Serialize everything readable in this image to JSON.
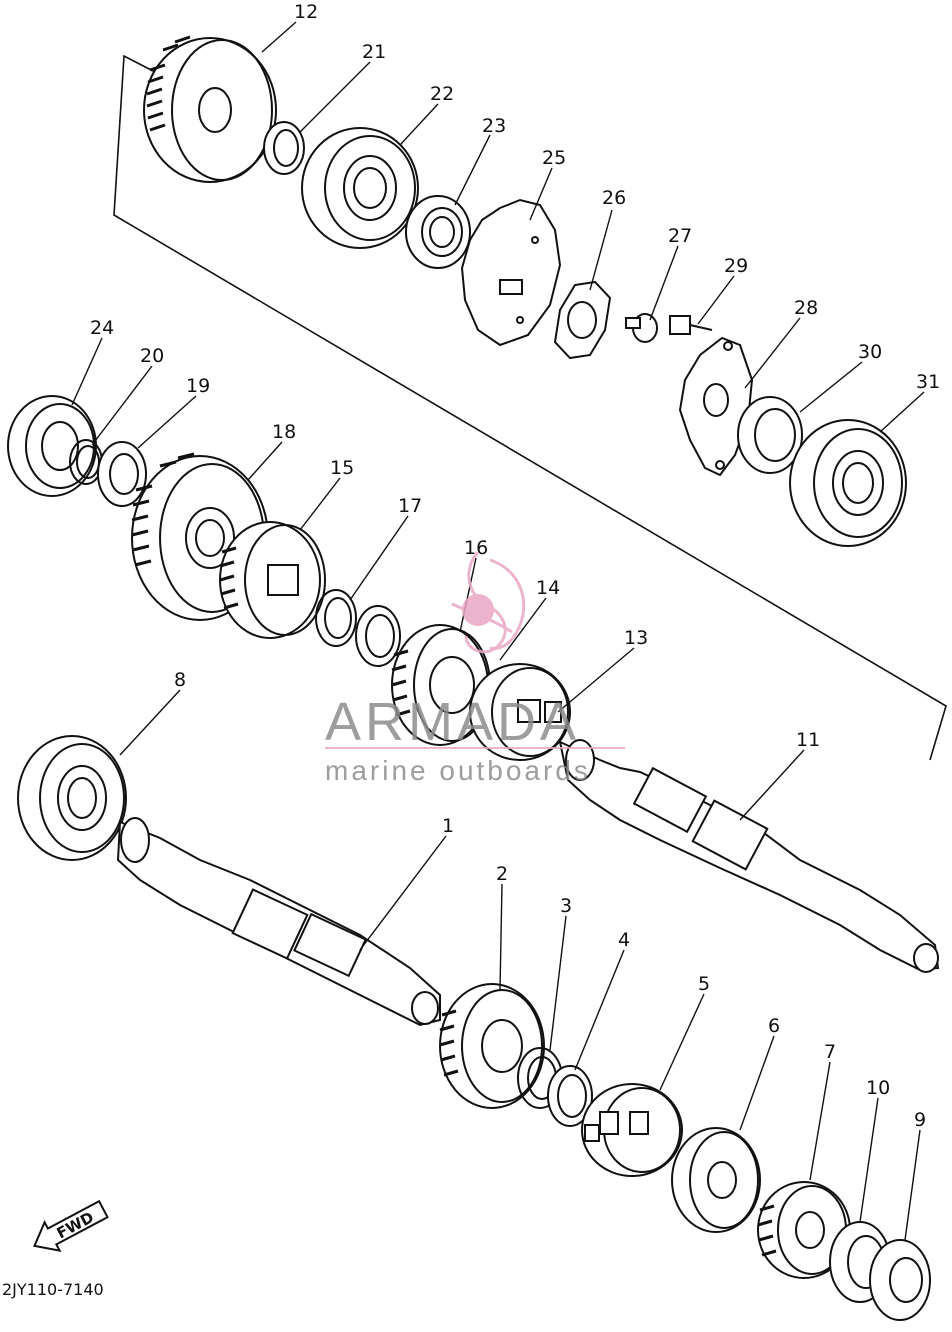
{
  "diagram": {
    "part_labels": [
      "1",
      "2",
      "3",
      "4",
      "5",
      "6",
      "7",
      "8",
      "9",
      "10",
      "11",
      "12",
      "13",
      "14",
      "15",
      "16",
      "17",
      "18",
      "19",
      "20",
      "21",
      "22",
      "23",
      "24",
      "25",
      "26",
      "27",
      "28",
      "29",
      "30",
      "31"
    ],
    "direction_label": "FWD",
    "drawing_code": "2JY110-7140"
  },
  "watermark": {
    "brand": "ARMADA",
    "tagline": "marine outboards",
    "color": "#e8a6c4"
  },
  "colors": {
    "line": "#111111",
    "background": "#ffffff"
  }
}
